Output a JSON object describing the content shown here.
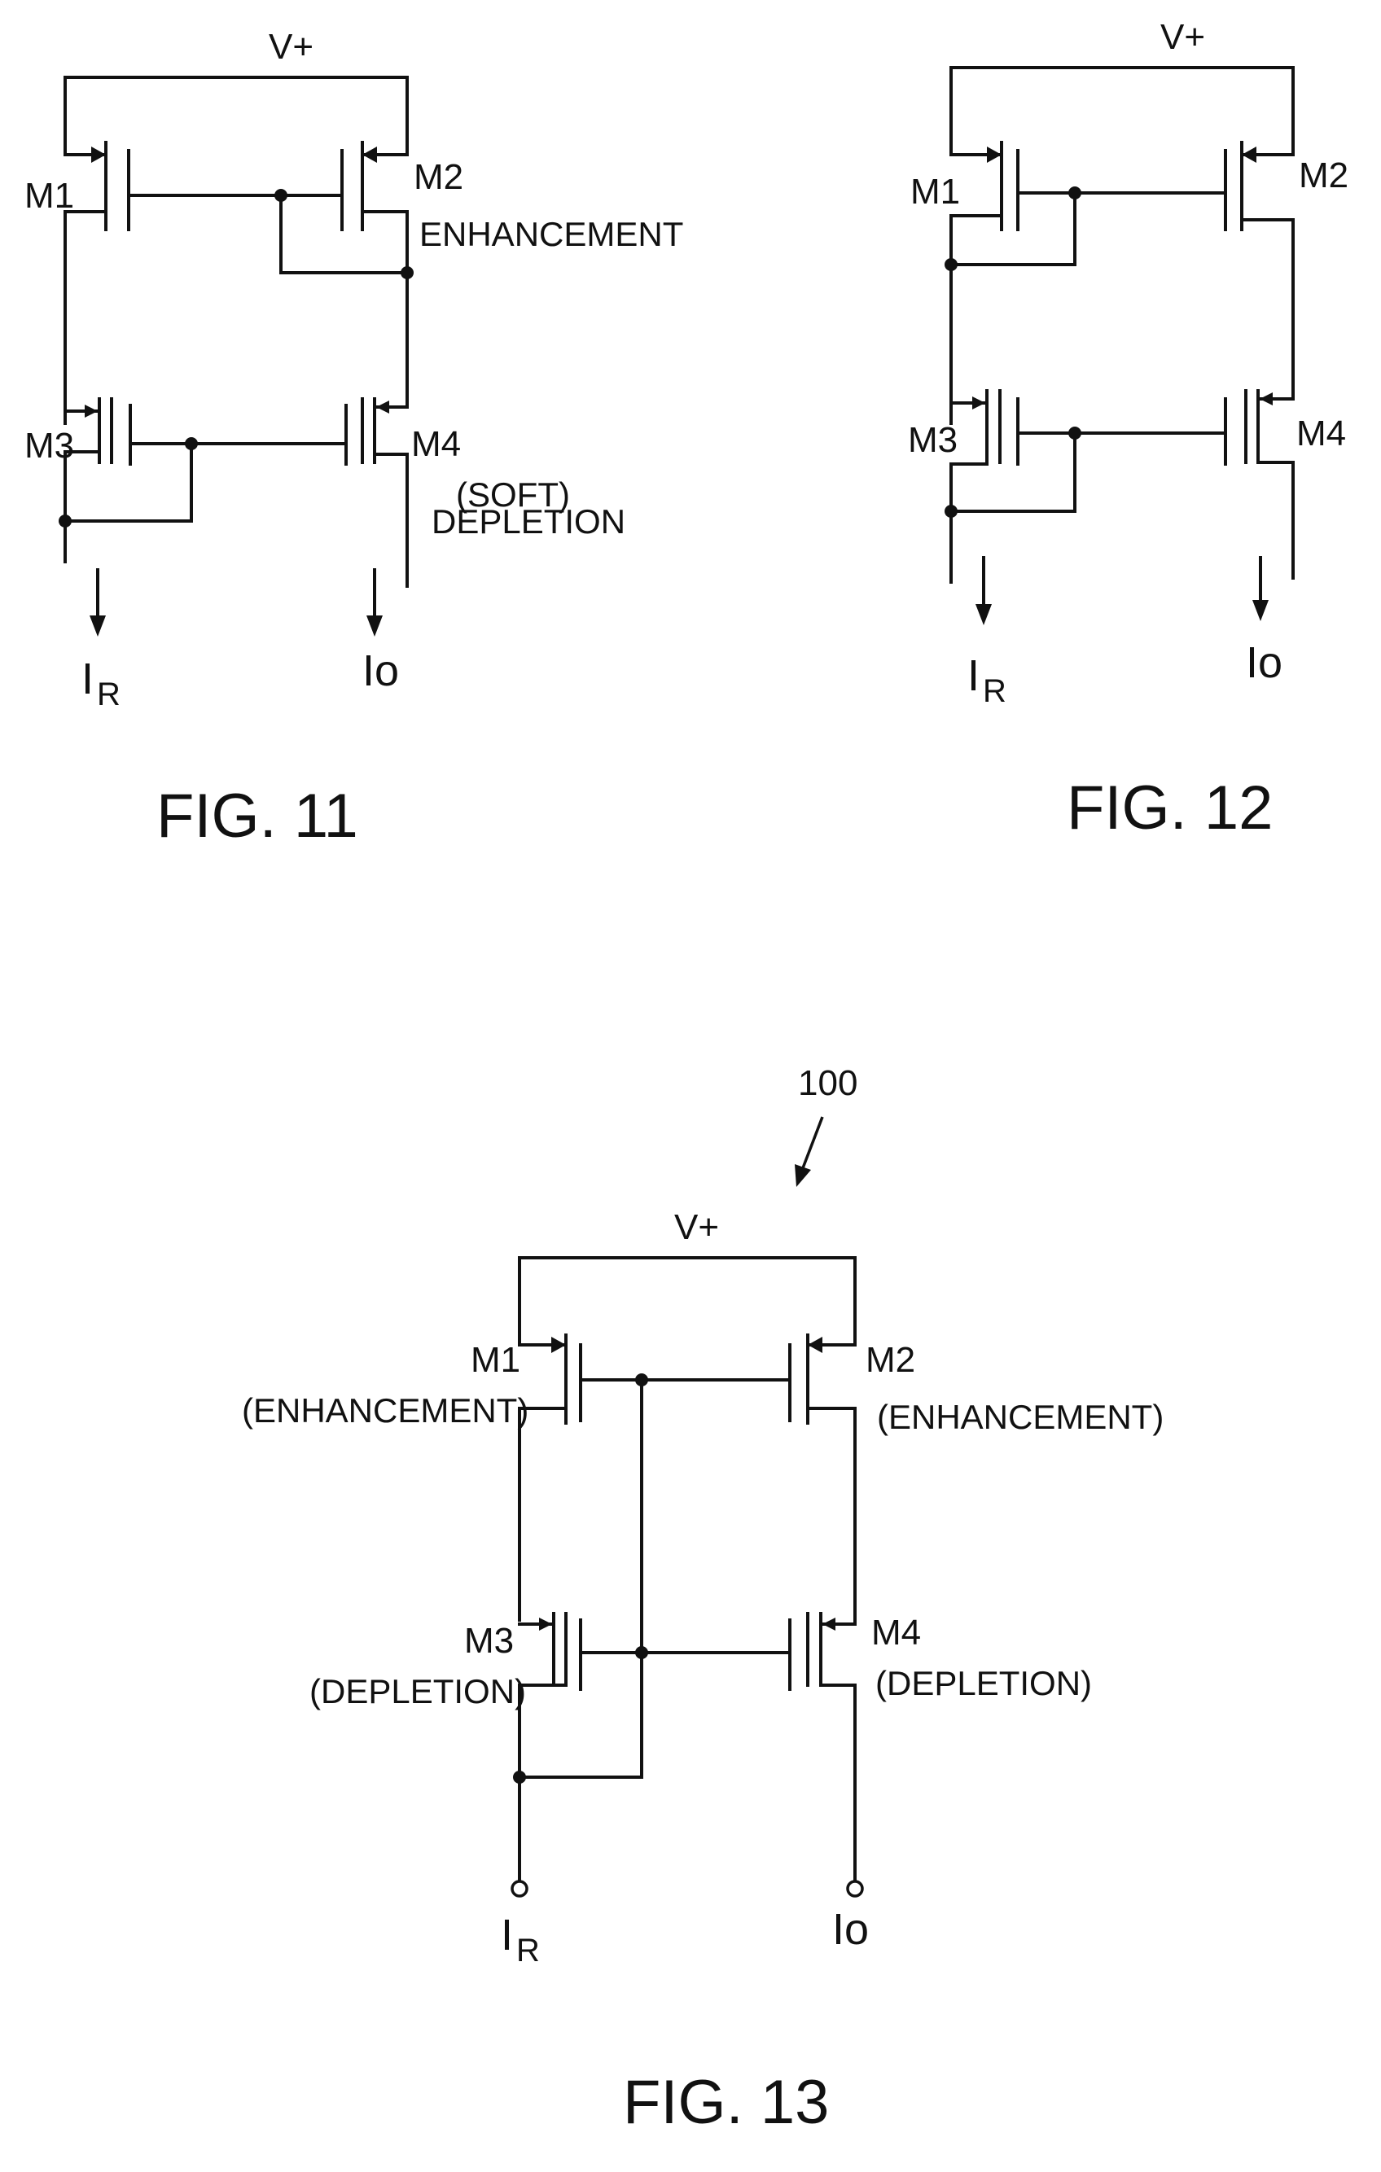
{
  "figures": [
    {
      "id": "fig11",
      "caption": "FIG. 11",
      "supply": "V+",
      "m1": "M1",
      "m2": "M2",
      "m2_note": "ENHANCEMENT",
      "m3": "M3",
      "m4": "M4",
      "m4_note_1": "(SOFT)",
      "m4_note_2": "DEPLETION",
      "i_ref": "I",
      "i_ref_sub": "R",
      "i_out": "Io"
    },
    {
      "id": "fig12",
      "caption": "FIG. 12",
      "supply": "V+",
      "m1": "M1",
      "m2": "M2",
      "m3": "M3",
      "m4": "M4",
      "i_ref": "I",
      "i_ref_sub": "R",
      "i_out": "Io"
    },
    {
      "id": "fig13",
      "caption": "FIG. 13",
      "ref_numeral": "100",
      "supply": "V+",
      "m1": "M1",
      "m1_note": "(ENHANCEMENT)",
      "m2": "M2",
      "m2_note": "(ENHANCEMENT)",
      "m3": "M3",
      "m3_note": "(DEPLETION)",
      "m4": "M4",
      "m4_note": "(DEPLETION)",
      "i_ref": "I",
      "i_ref_sub": "R",
      "i_out": "Io"
    }
  ]
}
